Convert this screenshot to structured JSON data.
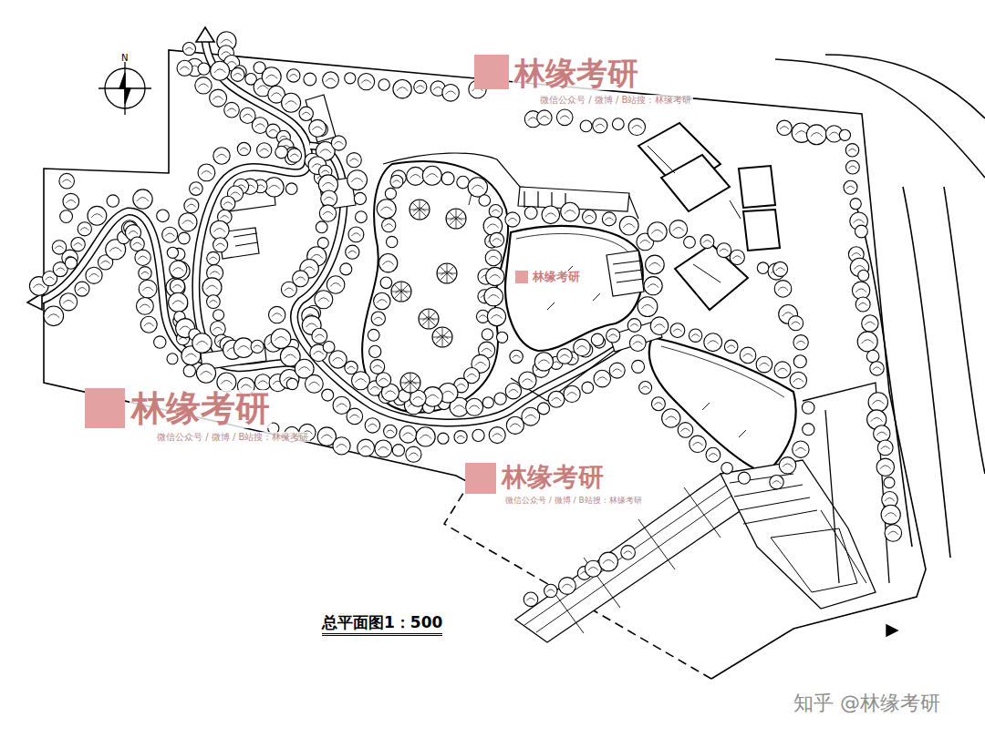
{
  "diagram": {
    "title": "总平面图1：500",
    "labels": [
      "N",
      "林缘考研",
      "微信公众号 / 微博 / B站搜：林缘考研",
      "林缘考研",
      "林缘考研",
      "微信公众号 / 微博 / B站搜：林缘考研",
      "林缘考研",
      "微信公众号 / 微博 / B站搜：林缘考研",
      "知乎 @林缘考研"
    ]
  }
}
